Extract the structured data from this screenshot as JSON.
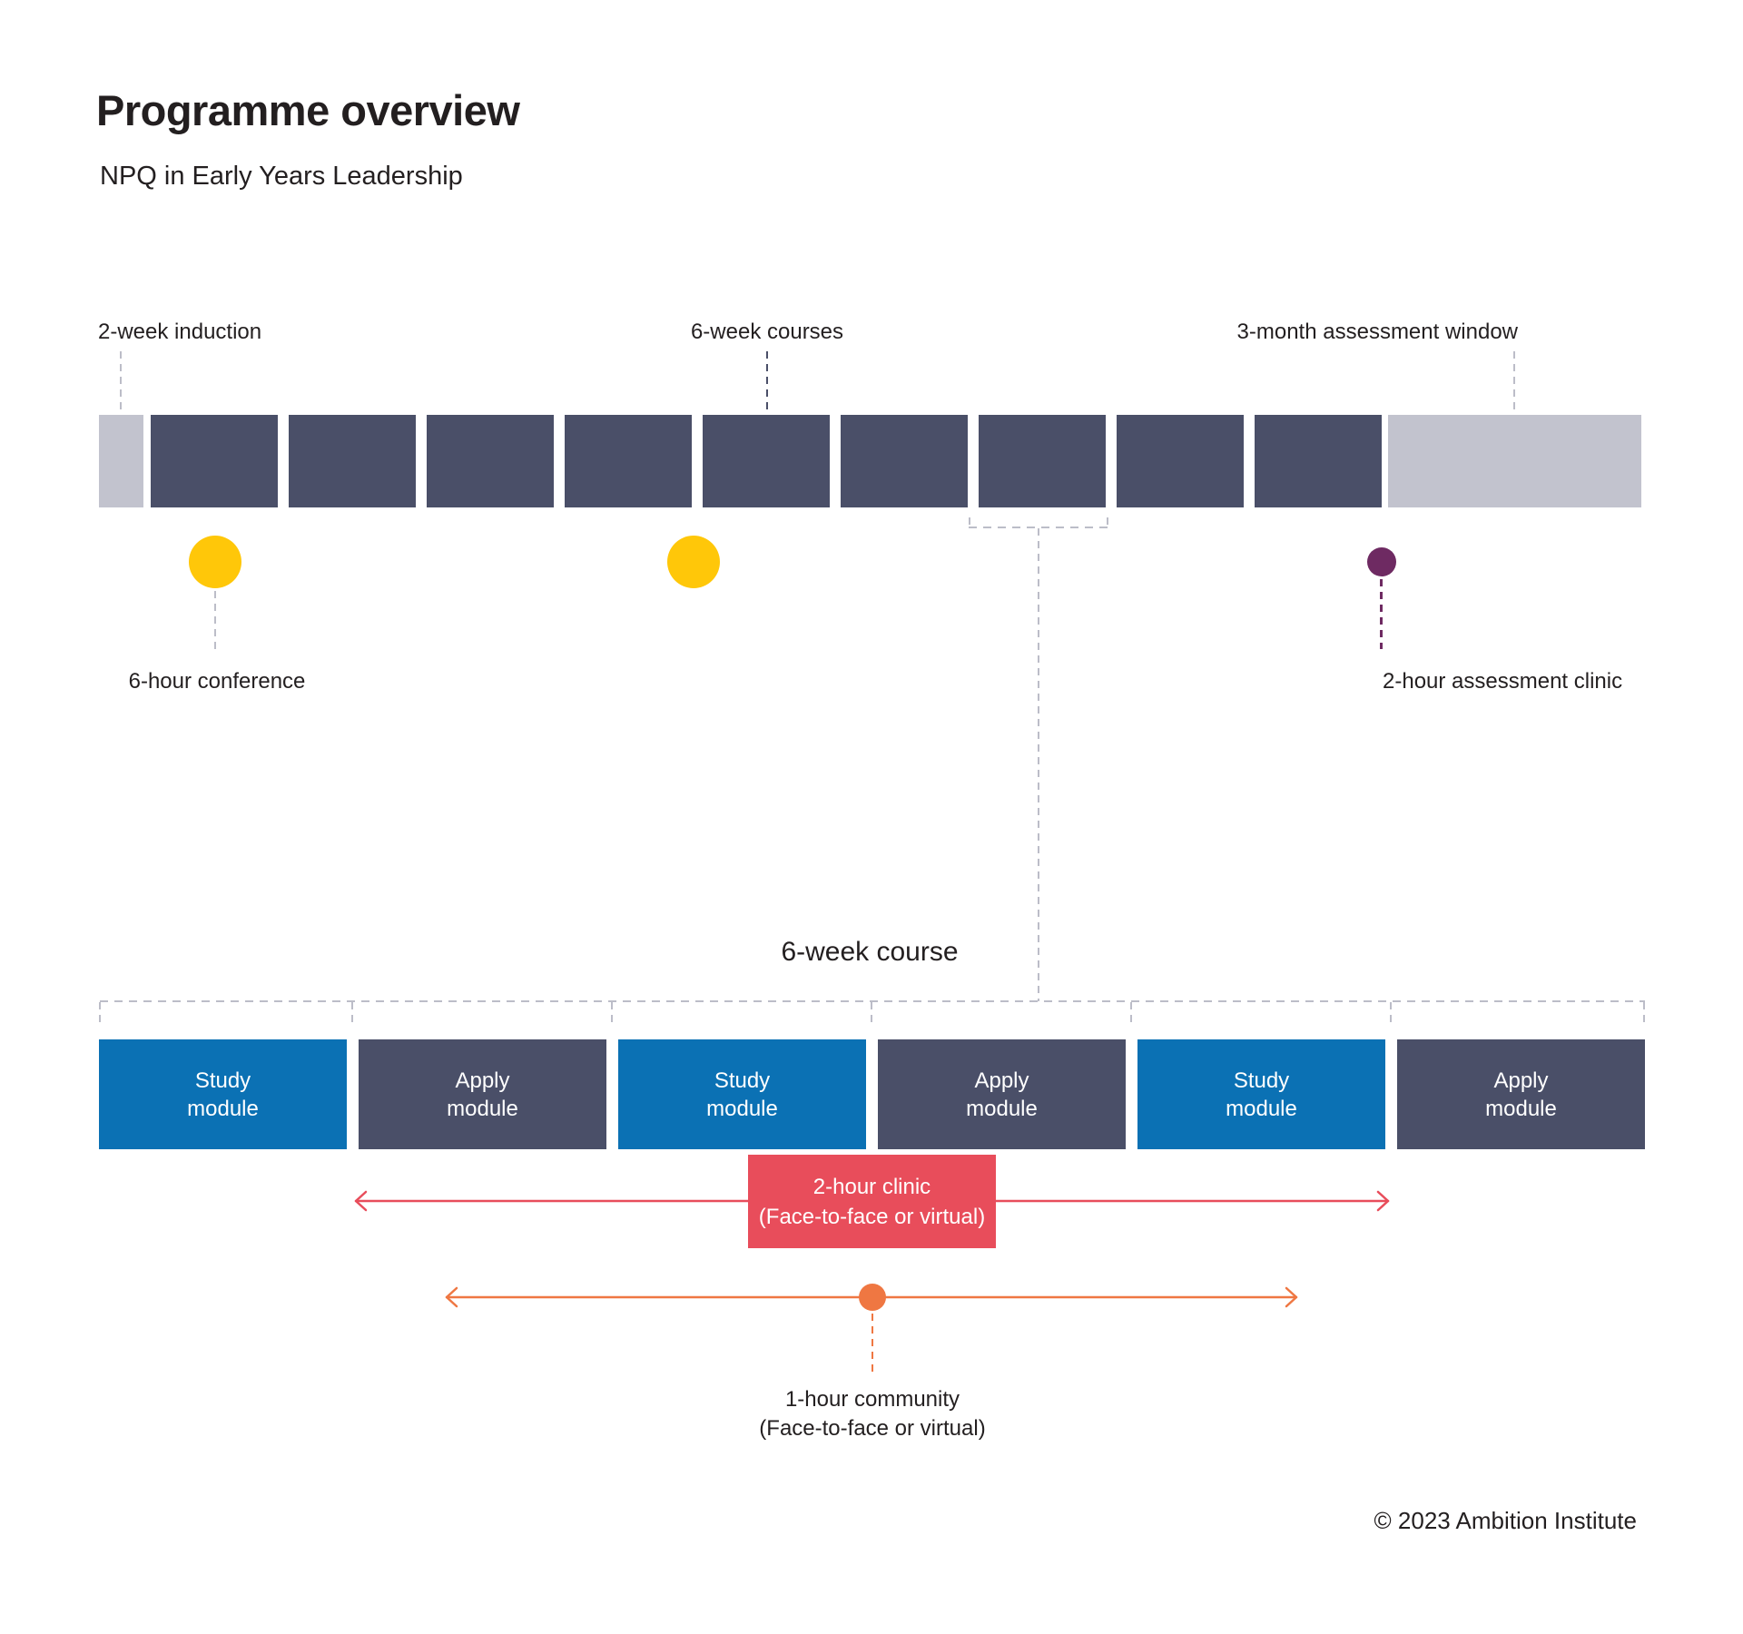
{
  "header": {
    "title": "Programme overview",
    "subtitle": "NPQ in Early Years Leadership"
  },
  "timeline": {
    "induction_label": "2-week induction",
    "courses_label": "6-week courses",
    "assessment_label": "3-month assessment window",
    "conference_label": "6-hour conference",
    "assessment_clinic_label": "2-hour assessment clinic",
    "course_block_count": 9
  },
  "detail": {
    "heading": "6-week course",
    "modules": [
      {
        "type": "study",
        "line1": "Study",
        "line2": "module"
      },
      {
        "type": "apply",
        "line1": "Apply",
        "line2": "module"
      },
      {
        "type": "study",
        "line1": "Study",
        "line2": "module"
      },
      {
        "type": "apply",
        "line1": "Apply",
        "line2": "module"
      },
      {
        "type": "study",
        "line1": "Study",
        "line2": "module"
      },
      {
        "type": "apply",
        "line1": "Apply",
        "line2": "module"
      }
    ],
    "clinic": {
      "line1": "2-hour clinic",
      "line2": "(Face-to-face or virtual)"
    },
    "community": {
      "line1": "1-hour community",
      "line2": "(Face-to-face or virtual)"
    }
  },
  "footer": {
    "copyright": "© 2023 Ambition Institute"
  },
  "colors": {
    "navy": "#4A4F68",
    "light_gray": "#C2C3CE",
    "yellow": "#FFC709",
    "purple": "#6E2A62",
    "blue": "#0B71B4",
    "red": "#E84D5B",
    "orange": "#EF7742",
    "dash_gray": "#BCBDC8",
    "text": "#231F20"
  }
}
